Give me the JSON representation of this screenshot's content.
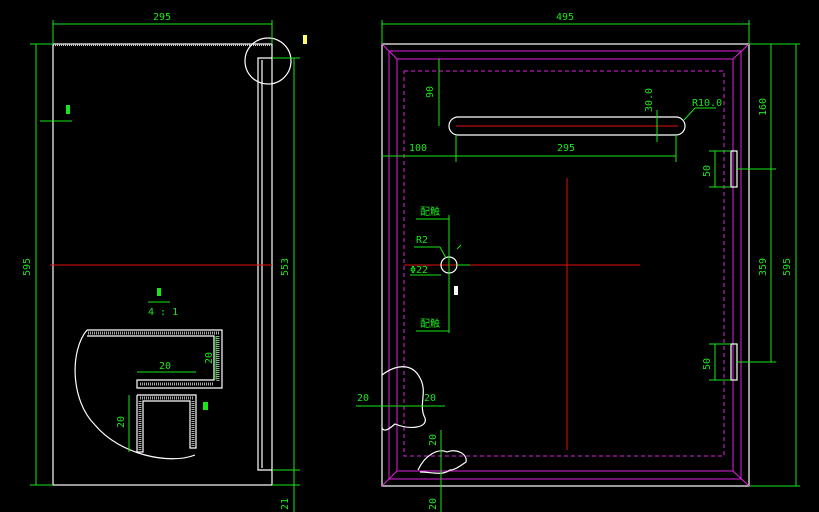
{
  "left_view": {
    "width_dim": "295",
    "height_dim": "595",
    "inner_height_dim": "553",
    "bottom_gap_dim": "21",
    "detail_scale": "4 : 1",
    "detail_dim_horizontal": "20",
    "detail_dim_vertical_right": "20",
    "detail_dim_vertical_left": "20"
  },
  "right_view": {
    "width_dim": "495",
    "height_dim": "595",
    "top_offset_dim": "90",
    "slot_offset_dim": "100",
    "slot_length_dim": "295",
    "slot_width_dim": "30.0",
    "slot_radius_dim": "R10.0",
    "hinge_spacing_dim": "359",
    "hinge_top_offset_dim": "160",
    "hinge_top_size_dim": "50",
    "hinge_bottom_size_dim": "50",
    "lock_radius_dim": "R2",
    "lock_diameter_dim": "Φ22",
    "lock_label_top": "配触",
    "lock_label_bottom": "配触",
    "left_break_dim_left": "20",
    "left_break_dim_right": "20",
    "bottom_break_dim_top": "20",
    "bottom_break_dim_bottom": "20"
  }
}
